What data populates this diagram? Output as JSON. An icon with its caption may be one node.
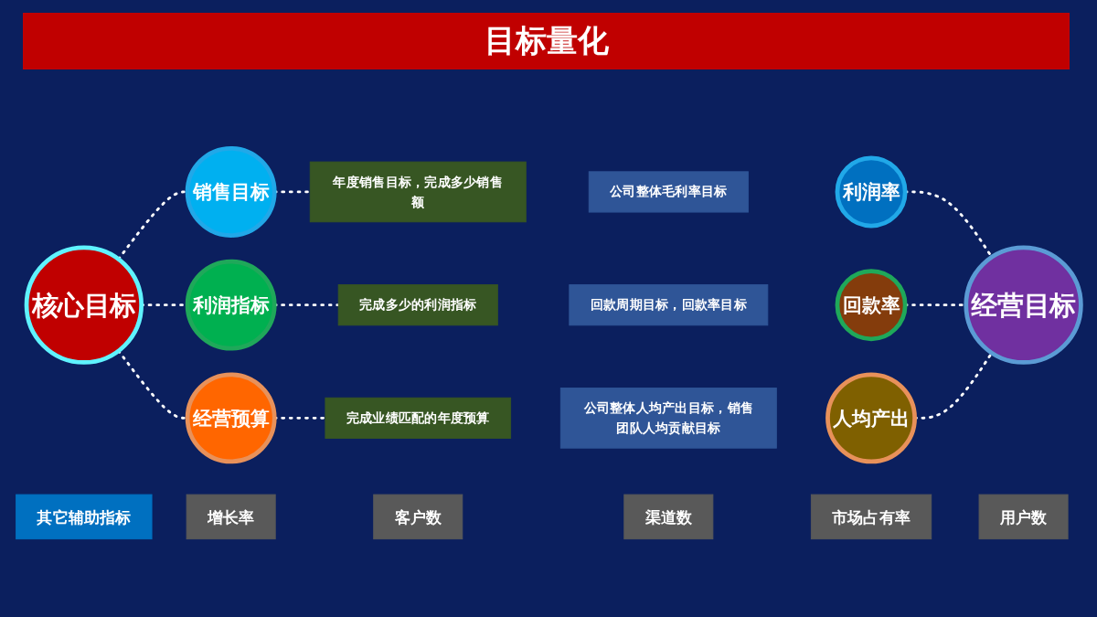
{
  "diagram": {
    "title": "目标量化",
    "nodes": [
      {
        "text": [
          "核心目标"
        ]
      },
      {
        "text": [
          "销售目标"
        ]
      },
      {
        "text": [
          "年度销售目标，完成多少销售额"
        ]
      },
      {
        "text": [
          "公司整体毛利率目标"
        ]
      },
      {
        "text": [
          "利润率"
        ]
      },
      {
        "text": [
          "利润指标"
        ]
      },
      {
        "text": [
          "完成多少的利润指标"
        ]
      },
      {
        "text": [
          "回款周期目标，回款率目标"
        ]
      },
      {
        "text": [
          "回款率"
        ]
      },
      {
        "text": [
          "经营预算"
        ]
      },
      {
        "text": [
          "完成业绩匹配的年度预算"
        ]
      },
      {
        "text": [
          "公司整体人均产出目标，销售团队人均贡献目标"
        ]
      },
      {
        "text": [
          "人均产出"
        ]
      },
      {
        "text": [
          "经营目标"
        ]
      },
      {
        "text": [
          "其它辅助指标"
        ]
      },
      {
        "text": [
          "增长率"
        ]
      },
      {
        "text": [
          "客户数"
        ]
      },
      {
        "text": [
          "渠道数"
        ]
      },
      {
        "text": [
          "市场占有率"
        ]
      },
      {
        "text": [
          "用户数"
        ]
      }
    ],
    "edges": [
      {
        "from": 0,
        "to": 1,
        "arrow": "none",
        "style": "dashed"
      },
      {
        "from": 0,
        "to": 5,
        "arrow": "none",
        "style": "dashed"
      },
      {
        "from": 0,
        "to": 9,
        "arrow": "none",
        "style": "dashed"
      },
      {
        "from": 1,
        "to": 2,
        "arrow": "none",
        "style": "dashed"
      },
      {
        "from": 5,
        "to": 6,
        "arrow": "none",
        "style": "dashed"
      },
      {
        "from": 9,
        "to": 10,
        "arrow": "none",
        "style": "dashed"
      },
      {
        "from": 4,
        "to": 13,
        "arrow": "none",
        "style": "dashed"
      },
      {
        "from": 8,
        "to": 13,
        "arrow": "none",
        "style": "dashed"
      },
      {
        "from": 12,
        "to": 13,
        "arrow": "none",
        "style": "dashed"
      }
    ]
  }
}
